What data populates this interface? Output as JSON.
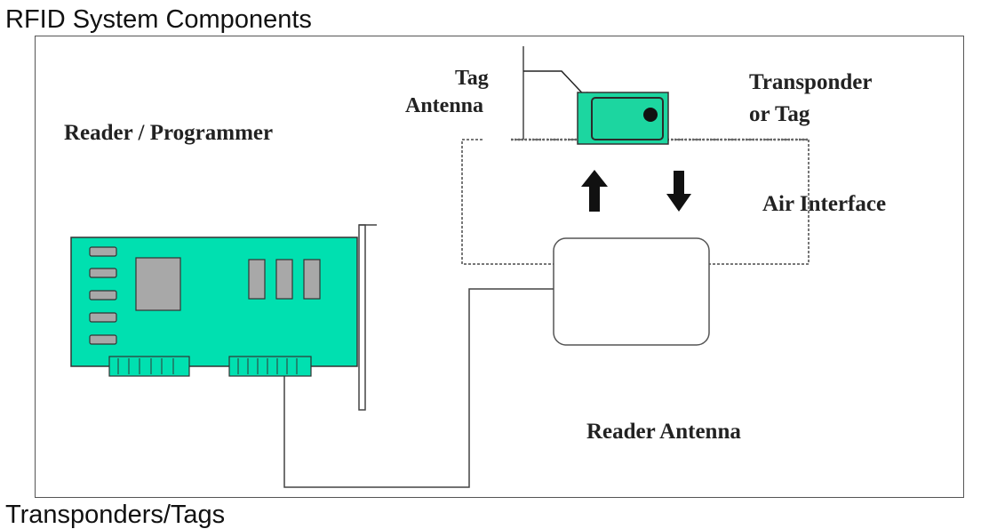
{
  "title": "RFID System Components",
  "footer_title": "Transponders/Tags",
  "labels": {
    "reader_programmer": "Reader / Programmer",
    "tag_antenna_line1": "Tag",
    "tag_antenna_line2": "Antenna",
    "transponder_line1": "Transponder",
    "transponder_line2": "or Tag",
    "air_interface": "Air Interface",
    "reader_antenna": "Reader Antenna"
  },
  "colors": {
    "board": "#00e0b0",
    "chip": "#a8a8a8",
    "tag": "#1cd6a0",
    "outline": "#333333"
  }
}
